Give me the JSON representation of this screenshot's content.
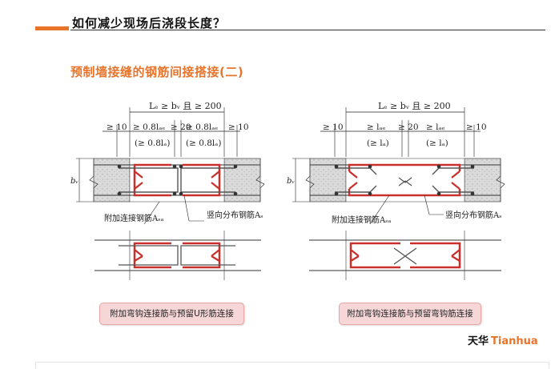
{
  "header": {
    "title": "如何减少现场后浇段长度？"
  },
  "section": {
    "subtitle": "预制墙接缝的钢筋间接搭接(二)"
  },
  "left_diagram": {
    "total_label": "Lₑ ≥ bᵥ 且 ≥ 200",
    "edge_left": "≥ 10",
    "edge_right": "≥ 10",
    "gap": "≥ 20",
    "lap_left_top": "≥ 0.8lₐₑ",
    "lap_left_bottom": "(≥ 0.8lₐ)",
    "lap_right_top": "≥ 0.8lₐₑ",
    "lap_right_bottom": "(≥ 0.8lₐ)",
    "thickness": "bᵥ",
    "rebar_add": "附加连接钢筋Aₛₐ",
    "rebar_dist": "竖向分布钢筋Aₛ",
    "caption": "附加弯钩连接筋与预留U形筋连接"
  },
  "right_diagram": {
    "total_label": "Lₑ ≥ bᵥ 且 ≥ 200",
    "edge_left": "≥ 10",
    "edge_right": "≥ 10",
    "gap": "≥ 20",
    "lap_left_top": "≥ lₐₑ",
    "lap_left_bottom": "(≥ lₐ)",
    "lap_right_top": "≥ lₐₑ",
    "lap_right_bottom": "(≥ lₐ)",
    "thickness": "bᵥ",
    "rebar_add": "附加连接钢筋Aₛₐ",
    "rebar_dist": "竖向分布钢筋Aₛ",
    "caption": "附加弯钩连接筋与预留弯钩筋连接"
  },
  "brand": {
    "cn": "天华",
    "en": "Tianhua"
  },
  "colors": {
    "accent": "#e8742c",
    "rebar": "#c9302c",
    "concrete": "#d9d9d9"
  }
}
